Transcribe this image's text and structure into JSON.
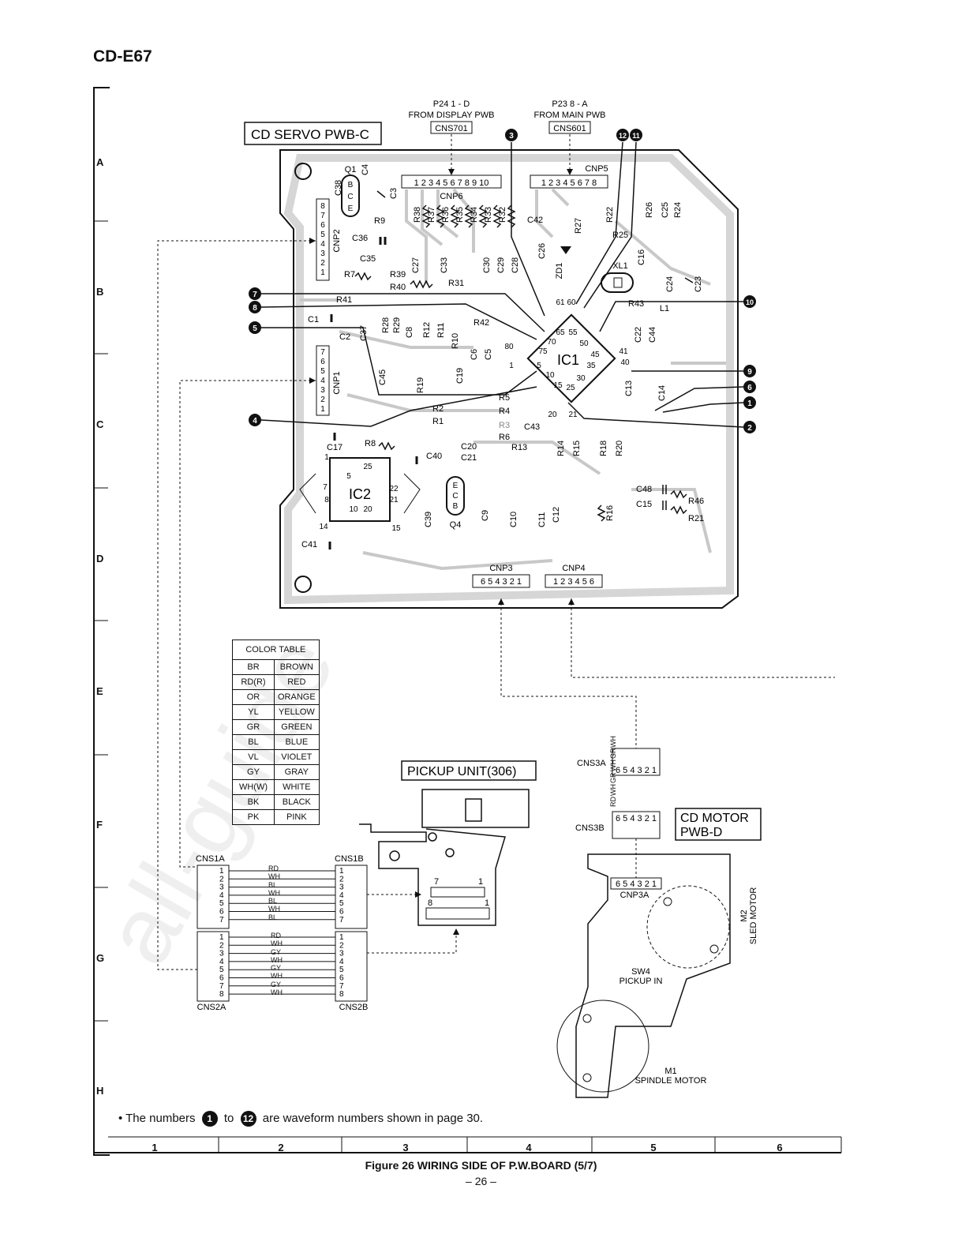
{
  "model": "CD-E67",
  "board_label": "CD SERVO PWB-C",
  "cns701": {
    "line1": "P24  1 - D",
    "line2": "FROM DISPLAY PWB",
    "box": "CNS701"
  },
  "cns601": {
    "line1": "P23  8 - A",
    "line2": "FROM MAIN PWB",
    "box": "CNS601"
  },
  "connectors": {
    "cnp5": "CNP5",
    "cnp5_pins": "1 2 3 4 5 6 7 8",
    "cnp6": "CNP6",
    "cnp6_pins": "1 2 3 4 5 6 7 8 9 10",
    "cnp2": "CNP2",
    "cnp1": "CNP1",
    "cnp3": "CNP3",
    "cnp3_pins": "6 5 4 3 2 1",
    "cnp4": "CNP4",
    "cnp4_pins": "1 2 3 4 5 6"
  },
  "ics": {
    "ic1": "IC1",
    "ic2": "IC2",
    "xl1": "XL1",
    "l1": "L1",
    "zd1": "ZD1",
    "q1": "Q1",
    "q4": "Q4"
  },
  "components": [
    "R38",
    "R37",
    "R36",
    "R35",
    "R34",
    "R33",
    "R32",
    "R22",
    "R26",
    "C25",
    "R24",
    "C42",
    "R27",
    "R25",
    "C26",
    "C16",
    "C27",
    "C33",
    "C30",
    "C29",
    "C28",
    "R31",
    "C24",
    "C23",
    "R43",
    "R41",
    "R42",
    "R28",
    "R29",
    "C8",
    "R12",
    "R11",
    "R10",
    "C22",
    "C44",
    "C37",
    "C6",
    "C5",
    "C19",
    "R19",
    "C45",
    "C13",
    "C14",
    "R5",
    "R4",
    "R3",
    "R6",
    "R2",
    "R1",
    "C43",
    "R8",
    "C40",
    "C20",
    "R13",
    "C21",
    "R14",
    "R15",
    "R18",
    "R20",
    "C17",
    "C48",
    "C15",
    "R46",
    "R21",
    "R16",
    "C39",
    "C9",
    "C10",
    "C11",
    "C12",
    "C41",
    "C1",
    "C2",
    "C38",
    "C4",
    "C3",
    "R9",
    "C36",
    "C35",
    "R7",
    "R39",
    "R40"
  ],
  "waveforms": [
    "1",
    "2",
    "3",
    "4",
    "5",
    "6",
    "7",
    "8",
    "9",
    "10",
    "11",
    "12"
  ],
  "color_table": {
    "title": "COLOR  TABLE",
    "rows": [
      [
        "BR",
        "BROWN"
      ],
      [
        "RD(R)",
        "RED"
      ],
      [
        "OR",
        "ORANGE"
      ],
      [
        "YL",
        "YELLOW"
      ],
      [
        "GR",
        "GREEN"
      ],
      [
        "BL",
        "BLUE"
      ],
      [
        "VL",
        "VIOLET"
      ],
      [
        "GY",
        "GRAY"
      ],
      [
        "WH(W)",
        "WHITE"
      ],
      [
        "BK",
        "BLACK"
      ],
      [
        "PK",
        "PINK"
      ]
    ]
  },
  "pickup_unit": "PICKUP UNIT(306)",
  "cns1a": "CNS1A",
  "cns1b": "CNS1B",
  "cns2a": "CNS2A",
  "cns2b": "CNS2B",
  "cns1_wires": [
    "RD",
    "WH",
    "BL",
    "WH",
    "BL",
    "WH",
    "BL"
  ],
  "cns2_wires": [
    "RD",
    "WH",
    "GY",
    "WH",
    "GY",
    "WH",
    "GY",
    "WH"
  ],
  "cns3a": "CNS3A",
  "cns3b": "CNS3B",
  "cns3_pins": "6 5 4 3 2 1",
  "cns3_wires": [
    "WH",
    "GR",
    "WH",
    "GR",
    "WH",
    "RD"
  ],
  "cd_motor": {
    "line1": "CD MOTOR",
    "line2": "PWB-D"
  },
  "cnp3a": "CNP3A",
  "cnp3a_pins": "6 5 4 3 2 1",
  "sled_motor": {
    "m": "M2",
    "name": "SLED MOTOR"
  },
  "spindle_motor": {
    "m": "M1",
    "name": "SPINDLE MOTOR"
  },
  "sw4": {
    "line1": "SW4",
    "line2": "PICKUP IN"
  },
  "pickup_pins": {
    "top_left": "7",
    "top_right": "1",
    "bot_left": "8",
    "bot_right": "1"
  },
  "row_labels": [
    "A",
    "B",
    "C",
    "D",
    "E",
    "F",
    "G",
    "H"
  ],
  "col_labels": [
    "1",
    "2",
    "3",
    "4",
    "5",
    "6"
  ],
  "note": {
    "prefix": "• The numbers",
    "n1": "1",
    "mid": "to",
    "n2": "12",
    "suffix": "are waveform numbers shown in page 30."
  },
  "caption": "Figure 26 WIRING SIDE OF P.W.BOARD (5/7)",
  "page_number": "– 26 –",
  "watermark": "all-guide"
}
